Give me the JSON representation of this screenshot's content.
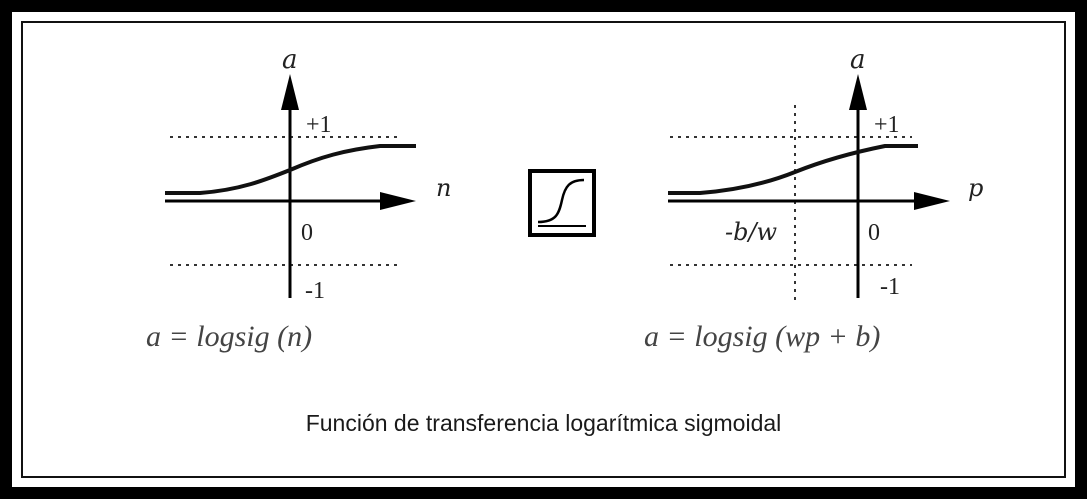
{
  "caption": "Función de transferencia logarítmica sigmoidal",
  "left_plot": {
    "y_axis_label": "a",
    "x_axis_label": "n",
    "plus_one_label": "+1",
    "zero_label": "0",
    "minus_one_label": "-1",
    "equation": "a = logsig (n)"
  },
  "right_plot": {
    "y_axis_label": "a",
    "x_axis_label": "p",
    "plus_one_label": "+1",
    "zero_label": "0",
    "minus_one_label": "-1",
    "offset_label": "-b/w",
    "equation": "a = logsig (wp + b)"
  },
  "icon": "sigmoid-transfer-icon",
  "colors": {
    "frame": "#000000",
    "curve": "#111111",
    "text": "#222222"
  }
}
